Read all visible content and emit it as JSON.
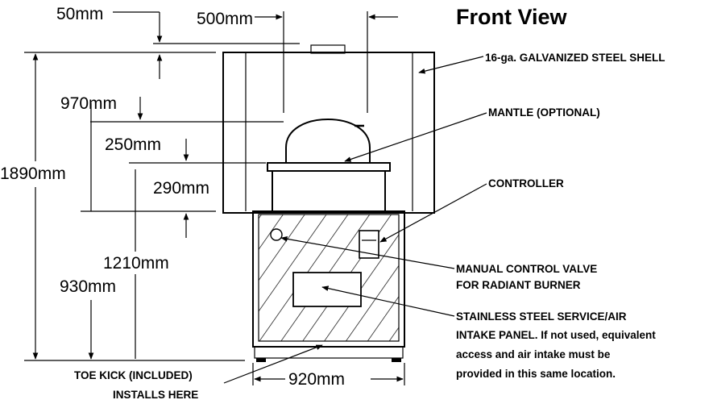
{
  "title": "Front View",
  "dimensions": {
    "flue_offset": "50mm",
    "dome_width": "500mm",
    "upper_height": "970mm",
    "dome_rise": "250mm",
    "overall_height": "1890mm",
    "mantle_height": "290mm",
    "floor_to_mantle": "1210mm",
    "base_height": "930mm",
    "base_width": "920mm"
  },
  "callouts": {
    "shell": "16-ga. GALVANIZED STEEL SHELL",
    "mantle": "MANTLE (OPTIONAL)",
    "controller": "CONTROLLER",
    "valve_1": "MANUAL CONTROL VALVE",
    "valve_2": "FOR RADIANT BURNER",
    "panel_1": "STAINLESS STEEL SERVICE/AIR",
    "panel_2": "INTAKE PANEL. If not used, equivalent",
    "panel_3": "access and air intake must be",
    "panel_4": "provided in this same location.",
    "toe_kick_1": "TOE KICK (INCLUDED)",
    "toe_kick_2": "INSTALLS HERE"
  }
}
